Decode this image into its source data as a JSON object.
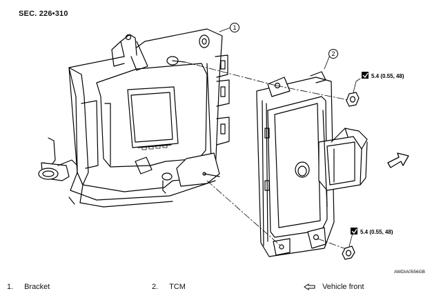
{
  "section": "SEC. 226•310",
  "parts": [
    {
      "callout": "1",
      "name": "Bracket"
    },
    {
      "callout": "2",
      "name": "TCM"
    }
  ],
  "torque_spec": "5.4 (0.55, 48)",
  "image_code": "AWDIA0556GB",
  "legend": {
    "item1_num": "1.",
    "item1_label": "Bracket",
    "item2_num": "2.",
    "item2_label": "TCM",
    "arrow_label": "Vehicle front"
  },
  "icons": [
    "torque-wrench-icon",
    "vehicle-front-arrow-icon"
  ]
}
